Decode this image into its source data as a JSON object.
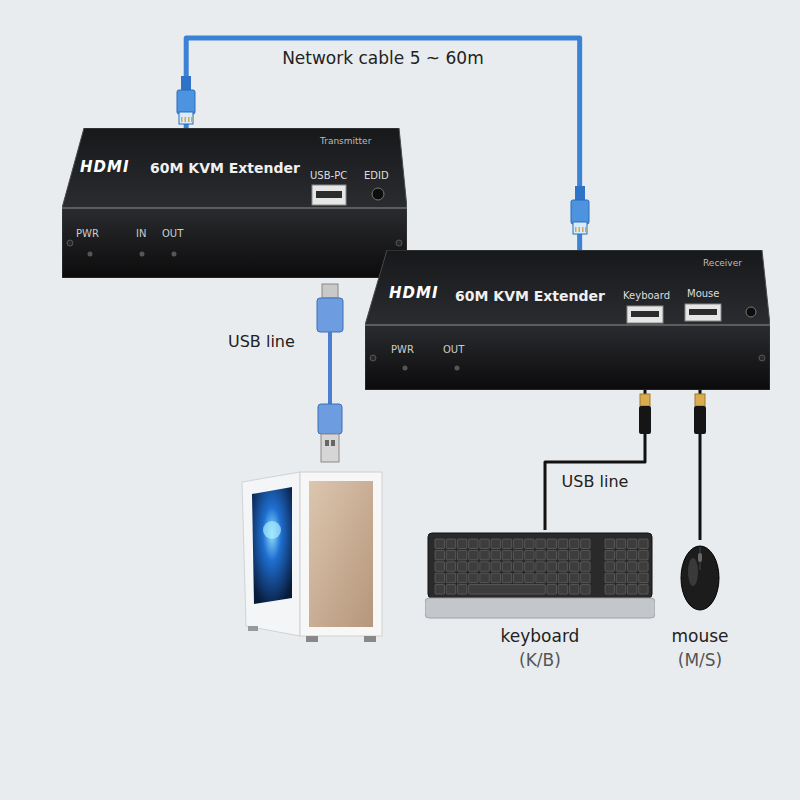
{
  "diagram": {
    "nodes": [
      {
        "text": [
          "HDMI",
          "60M KVM Extender",
          "Transmitter",
          "USB-PC",
          "EDID",
          "PWR",
          "IN",
          "OUT"
        ]
      },
      {
        "text": [
          "HDMI",
          "60M KVM Extender",
          "Receiver",
          "Keyboard",
          "Mouse",
          "PWR",
          "OUT"
        ]
      },
      {
        "text": [
          "keyboard",
          "(K/B)"
        ]
      },
      {
        "text": [
          "mouse",
          "(M/S)"
        ]
      }
    ],
    "edges": [
      {
        "from": 0,
        "to": 1,
        "arrow": "none",
        "label": "Network cable 5 ~ 60m"
      },
      {
        "from": 2,
        "to": 1,
        "arrow": "none",
        "label": "USB line"
      },
      {
        "from": 3,
        "to": 1,
        "arrow": "none"
      }
    ],
    "labels": [
      "USB line"
    ]
  }
}
